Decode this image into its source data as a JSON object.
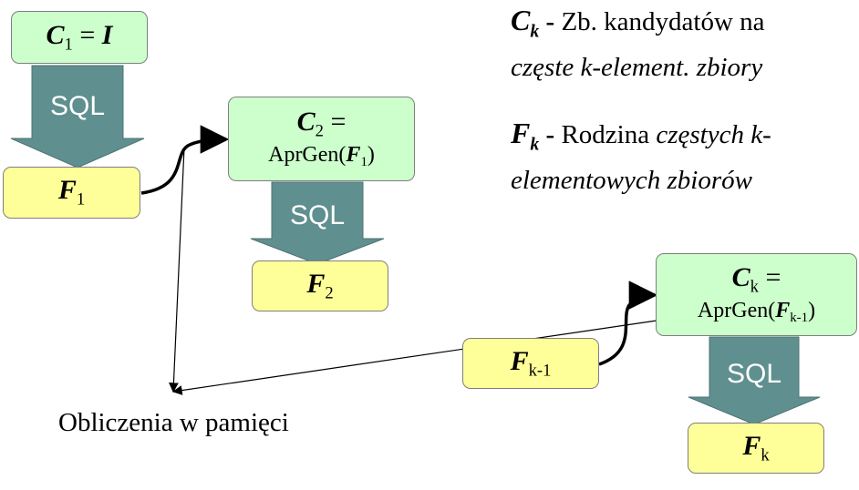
{
  "nodes": {
    "c1": {
      "sym": "C",
      "sub": "1",
      "eq": " = ",
      "rhs": "I"
    },
    "f1": {
      "sym": "F",
      "sub": "1"
    },
    "c2": {
      "sym": "C",
      "sub": "2",
      "eq": " =",
      "fn": "AprGen(",
      "arg": "F",
      "arg_sub": "1",
      "close": ")"
    },
    "f2": {
      "sym": "F",
      "sub": "2"
    },
    "ck": {
      "sym": "C",
      "sub": "k",
      "eq": " =",
      "fn": "AprGen(",
      "arg": "F",
      "arg_sub": "k-1",
      "close": ")"
    },
    "fk1": {
      "sym": "F",
      "sub": "k-1"
    },
    "fk": {
      "sym": "F",
      "sub": "k"
    }
  },
  "sql_label": "SQL",
  "memory_label": "Obliczenia w pamięci",
  "legend": {
    "ck": {
      "sym": "C",
      "sub": "k",
      "dash": " - ",
      "line1_text": "Zb. kandydatów na",
      "line2_text": "częste k-element. zbiory"
    },
    "fk": {
      "sym": "F",
      "sub": "k",
      "dash": " - ",
      "line1_text": "Rodzina ",
      "line1_italic": "częstych k-",
      "line2_text": "elementowych zbiorów"
    }
  },
  "colors": {
    "candidate_box": "#ccffcc",
    "frequent_box": "#ffff99",
    "sql_arrow": "#5f8f8f",
    "box_border": "#7f7f7f"
  }
}
